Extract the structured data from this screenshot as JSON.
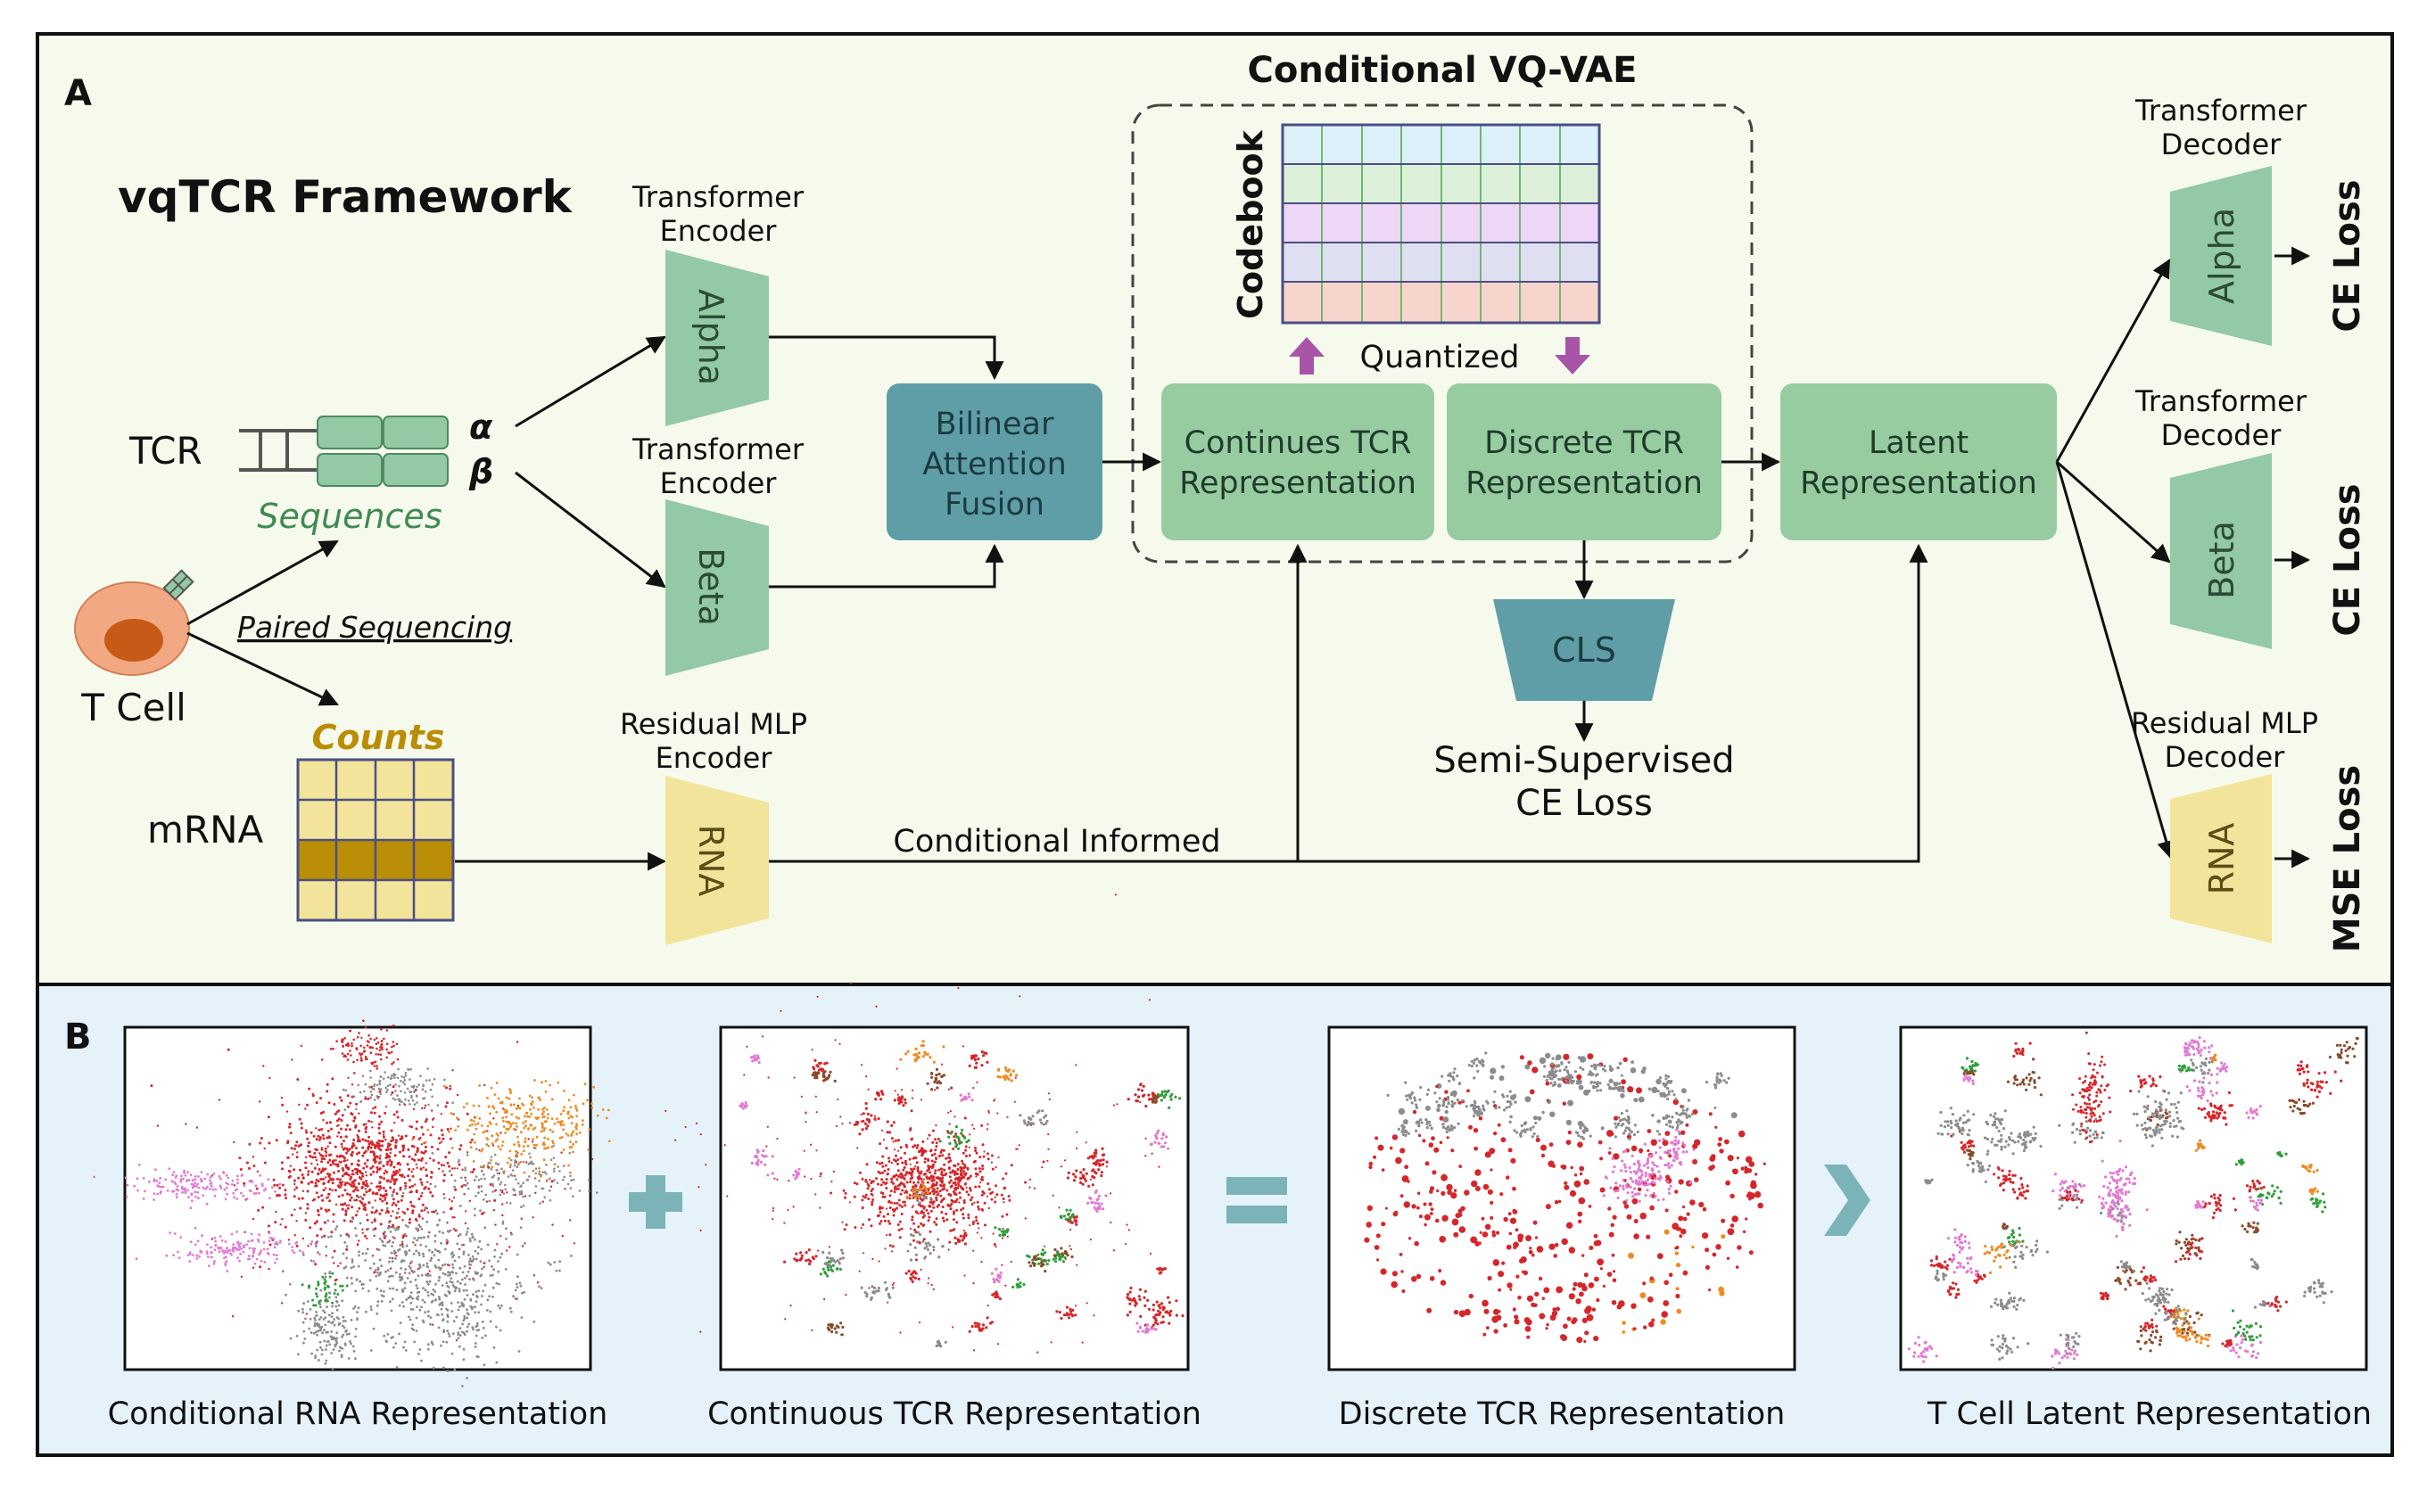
{
  "colors": {
    "panel_a_bg": "#f6faec",
    "panel_b_bg": "#e6f2fa",
    "encoder_green": "#93c9a4",
    "rna_yellow": "#f3e49b",
    "teal": "#5f9ea7",
    "box_green": "#96cc9f",
    "arrow_purple": "#a855a8",
    "counts_gold": "#b98e06",
    "cell_outer": "#f2a882",
    "cell_inner": "#c85a17",
    "plus_teal": "#7bb3b8"
  },
  "panel_a": {
    "label": "A",
    "framework_title": "vqTCR Framework",
    "vq_title": "Conditional VQ-VAE",
    "codebook_label": "Codebook",
    "quantized_label": "Quantized",
    "tcr_label": "TCR",
    "alpha_symbol": "α",
    "beta_symbol": "β",
    "sequences_label": "Sequences",
    "tcell_label": "T Cell",
    "paired_seq_label": "Paired Sequencing",
    "counts_label": "Counts",
    "mrna_label": "mRNA",
    "enc_alpha_title": [
      "Transformer",
      "Encoder"
    ],
    "enc_beta_title": [
      "Transformer",
      "Encoder"
    ],
    "enc_rna_title": [
      "Residual MLP",
      "Encoder"
    ],
    "enc_alpha": "Alpha",
    "enc_beta": "Beta",
    "enc_rna": "RNA",
    "bilinear": [
      "Bilinear",
      "Attention",
      "Fusion"
    ],
    "continues_tcr": [
      "Continues TCR",
      "Representation"
    ],
    "discrete_tcr": [
      "Discrete TCR",
      "Representation"
    ],
    "latent": [
      "Latent",
      "Representation"
    ],
    "cls": "CLS",
    "semi_supervised": [
      "Semi-Supervised",
      "CE Loss"
    ],
    "conditional_informed": "Conditional Informed",
    "dec_alpha_title": [
      "Transformer",
      "Decoder"
    ],
    "dec_beta_title": [
      "Transformer",
      "Decoder"
    ],
    "dec_rna_title": [
      "Residual MLP",
      "Decoder"
    ],
    "dec_alpha": "Alpha",
    "dec_beta": "Beta",
    "dec_rna": "RNA",
    "loss_alpha": "CE Loss",
    "loss_beta": "CE Loss",
    "loss_rna": "MSE Loss"
  },
  "panel_b": {
    "label": "B",
    "captions": [
      "Conditional RNA Representation",
      "Continuous TCR Representation",
      "Discrete TCR Representation",
      "T Cell Latent Representation"
    ]
  }
}
